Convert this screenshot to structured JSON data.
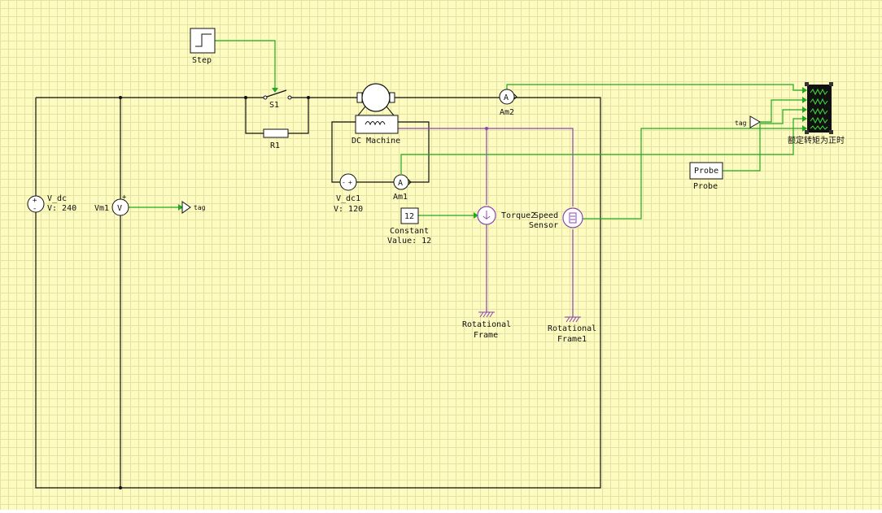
{
  "labels": {
    "step": "Step",
    "s1": "S1",
    "r1": "R1",
    "dc_machine": "DC Machine",
    "am2": "Am2",
    "am1": "Am1",
    "v_dc_name": "V_dc",
    "v_dc_value": "V: 240",
    "vm1": "Vm1",
    "v_dc1_name": "V_dc1",
    "v_dc1_value": "V: 120",
    "constant_line1": "Constant",
    "constant_line2": "Value: 12",
    "constant_block": "12",
    "torque": "Torque2",
    "speed_sensor_line1": "Speed",
    "speed_sensor_line2": "Sensor",
    "rot_frame_line1": "Rotational",
    "rot_frame_line2": "Frame",
    "rot_frame1_line1": "Rotational",
    "rot_frame1_line2": "Frame1",
    "probe_block": "Probe",
    "probe_name": "Probe",
    "tag_left": "tag",
    "tag_right": "tag",
    "scope_name": "额定转矩为正时",
    "am_symbol": "A",
    "vm_symbol": "V"
  },
  "colors": {
    "background": "#fdfbc0",
    "grid": "#e4e1a4",
    "electrical_wire": "#111111",
    "signal_wire": "#1faa1f",
    "mechanical_wire": "#8a45b4"
  },
  "icons": {
    "step": "step-icon",
    "switch": "switch-icon",
    "resistor": "resistor-icon",
    "motor": "dc-machine-icon",
    "ammeter": "ammeter-icon",
    "voltmeter": "voltmeter-icon",
    "dc_source": "dc-voltage-source-icon",
    "torque": "torque-source-icon",
    "speed_sensor": "speed-sensor-icon",
    "ground": "rotational-frame-icon",
    "scope": "scope-icon",
    "tag": "goto-tag-icon"
  }
}
